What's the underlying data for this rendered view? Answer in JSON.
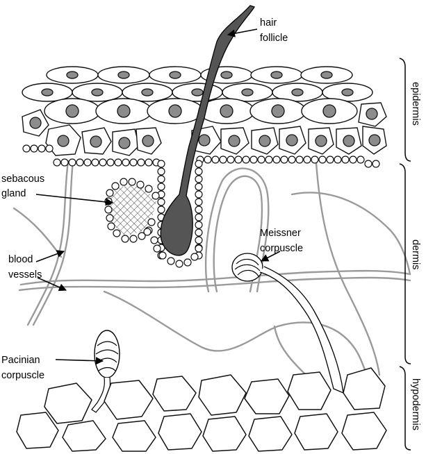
{
  "labels": {
    "hair_follicle": [
      "hair",
      "follicle"
    ],
    "sebaceous_gland": [
      "sebacous",
      "gland"
    ],
    "blood_vessels": [
      "blood",
      "vessels"
    ],
    "meissner_corpuscle": [
      "Meissner",
      "corpuscle"
    ],
    "pacinian_corpuscle": [
      "Pacinian",
      "corpuscle"
    ]
  },
  "layers": {
    "epidermis": "epidermis",
    "dermis": "dermis",
    "hypodermis": "hypodermis"
  }
}
